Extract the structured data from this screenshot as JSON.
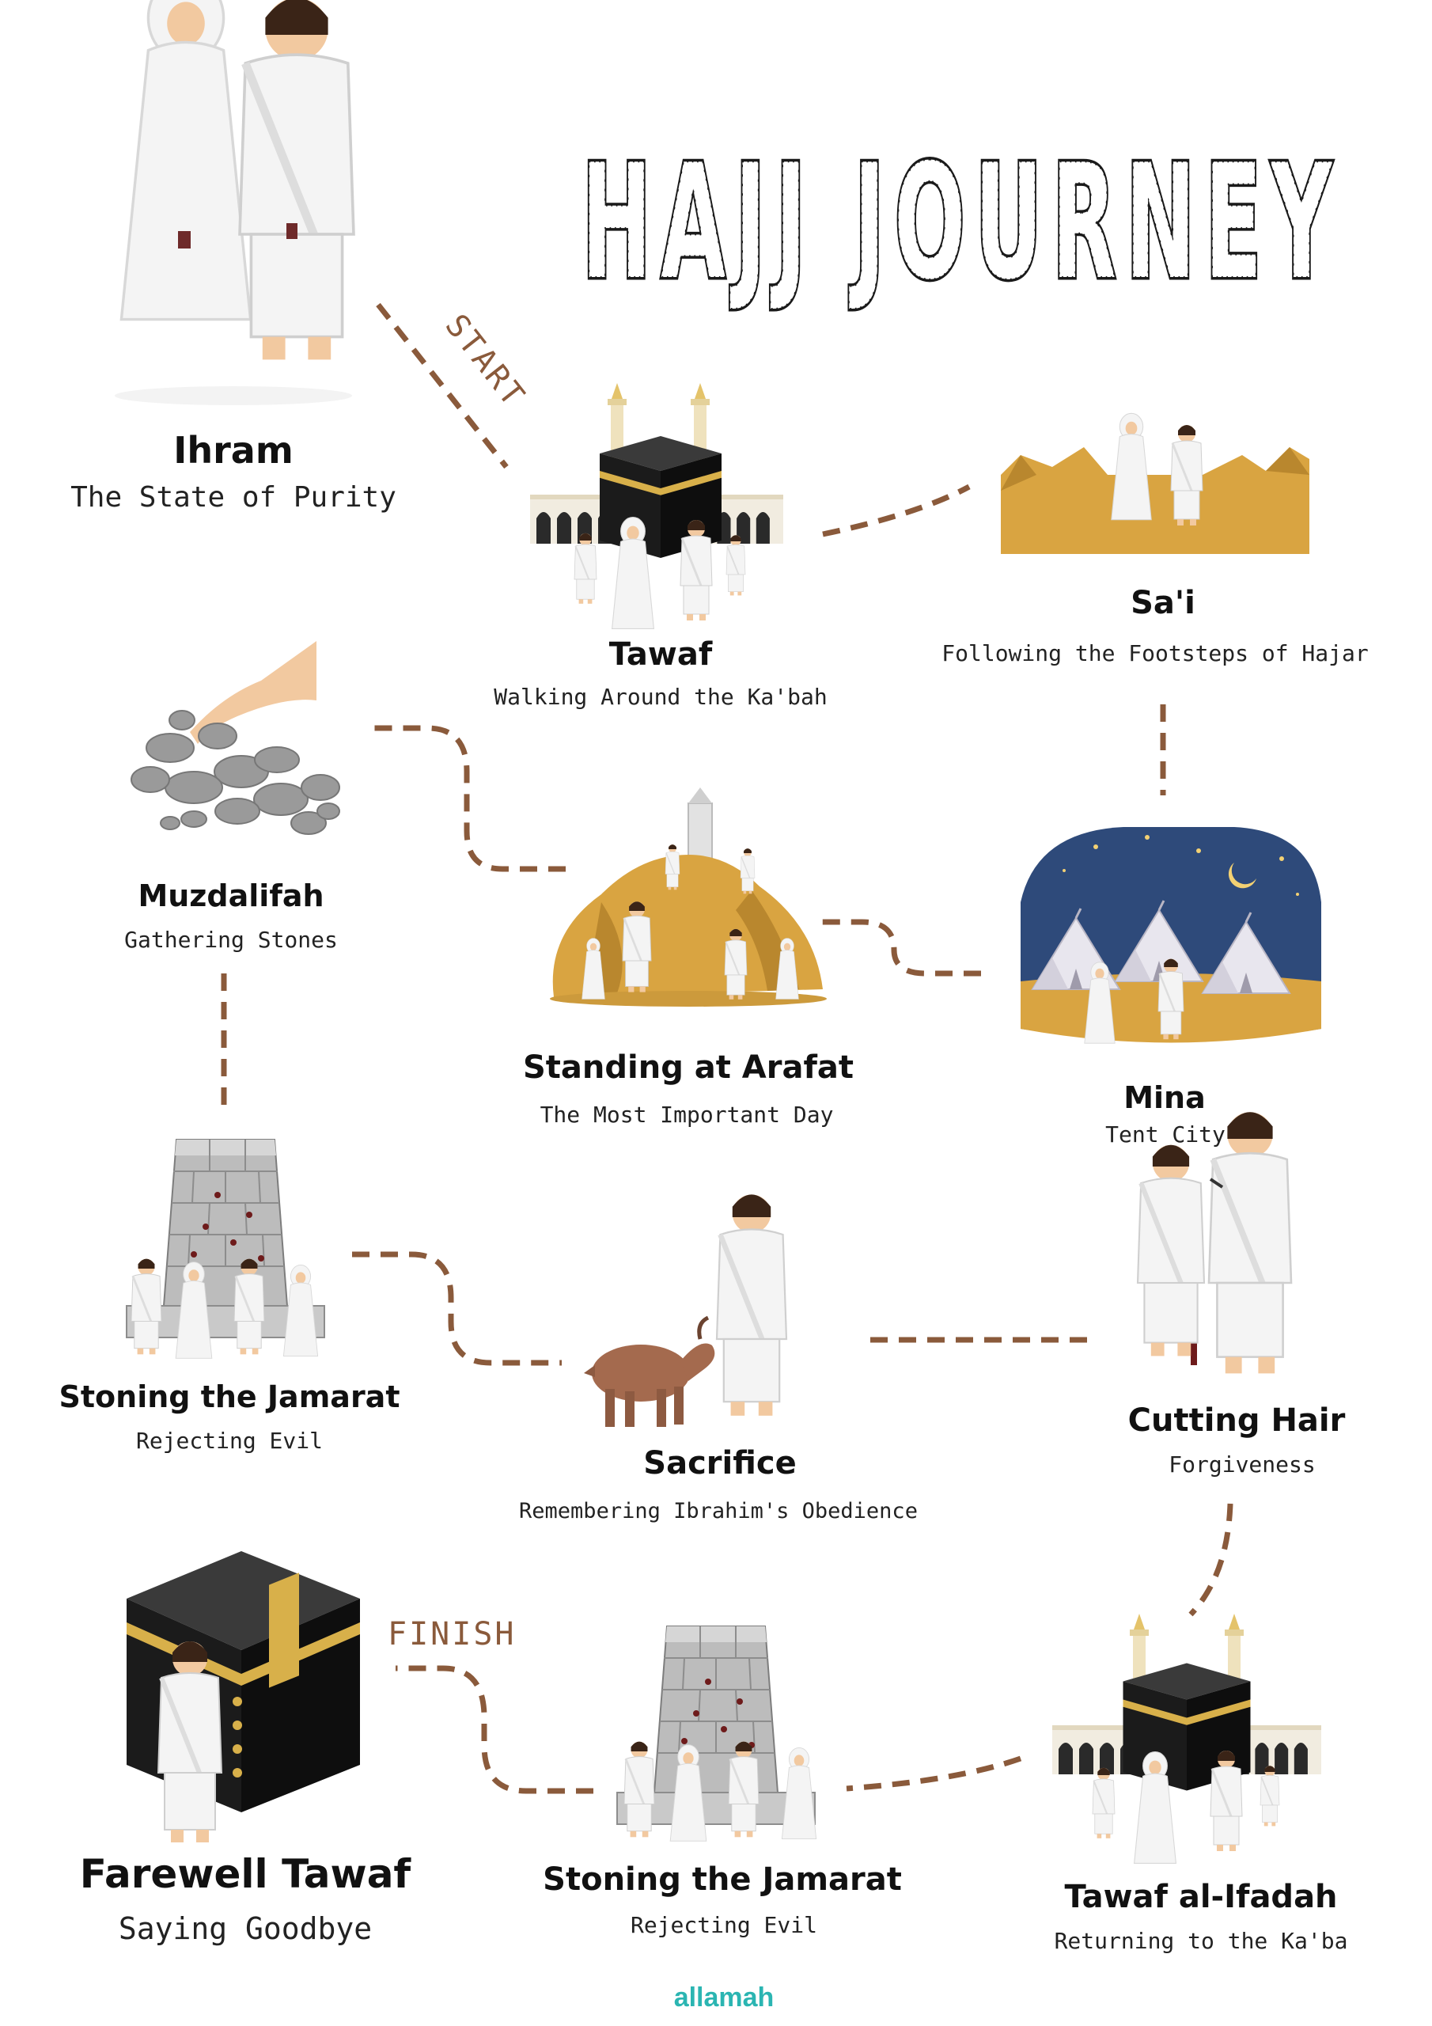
{
  "title": "HAJJ JOURNEY",
  "markers": {
    "start": "START",
    "finish": "FINISH"
  },
  "steps": [
    {
      "id": "ihram",
      "title": "Ihram",
      "subtitle": "The State of Purity"
    },
    {
      "id": "tawaf",
      "title": "Tawaf",
      "subtitle": "Walking Around the Ka'bah"
    },
    {
      "id": "sai",
      "title": "Sa'i",
      "subtitle": "Following the Footsteps of Hajar"
    },
    {
      "id": "mina",
      "title": "Mina",
      "subtitle": "Tent City"
    },
    {
      "id": "arafat",
      "title": "Standing at Arafat",
      "subtitle": "The Most Important Day"
    },
    {
      "id": "muzdalifah",
      "title": "Muzdalifah",
      "subtitle": "Gathering Stones"
    },
    {
      "id": "jamarat1",
      "title": "Stoning the Jamarat",
      "subtitle": "Rejecting Evil"
    },
    {
      "id": "sacrifice",
      "title": "Sacrifice",
      "subtitle": "Remembering Ibrahim's Obedience"
    },
    {
      "id": "cutting",
      "title": "Cutting Hair",
      "subtitle": "Forgiveness"
    },
    {
      "id": "ifadah",
      "title": "Tawaf al-Ifadah",
      "subtitle": "Returning to the Ka'ba"
    },
    {
      "id": "jamarat2",
      "title": "Stoning the Jamarat",
      "subtitle": "Rejecting Evil"
    },
    {
      "id": "farewell",
      "title": "Farewell Tawaf",
      "subtitle": "Saying Goodbye"
    }
  ],
  "brand": "allamah",
  "colors": {
    "path": "#8a5a3b",
    "sand": "#d9a441",
    "sand_dark": "#b9872e",
    "kaaba": "#1b1b1b",
    "gold": "#d8b04a",
    "night": "#2e4a7a",
    "stone": "#9a9a9a",
    "brand": "#2bb5b2"
  }
}
